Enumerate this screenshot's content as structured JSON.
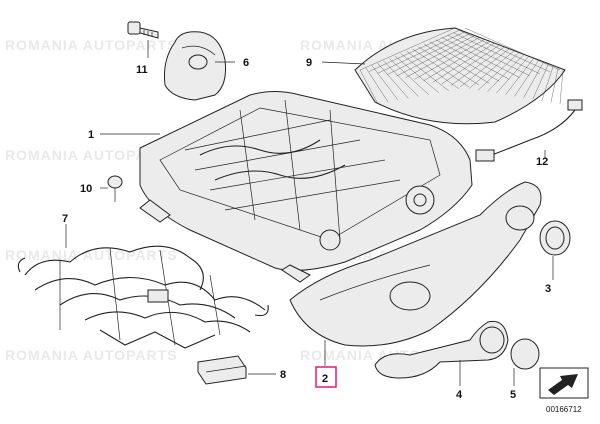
{
  "callouts": {
    "c1": "1",
    "c2": "2",
    "c3": "3",
    "c4": "4",
    "c5": "5",
    "c6": "6",
    "c7": "7",
    "c8": "8",
    "c9": "9",
    "c10": "10",
    "c11": "11",
    "c12": "12"
  },
  "reference_number": "00166712",
  "highlight_color": "#e0288a",
  "watermark": "ROMANIA AUTOPARTS"
}
